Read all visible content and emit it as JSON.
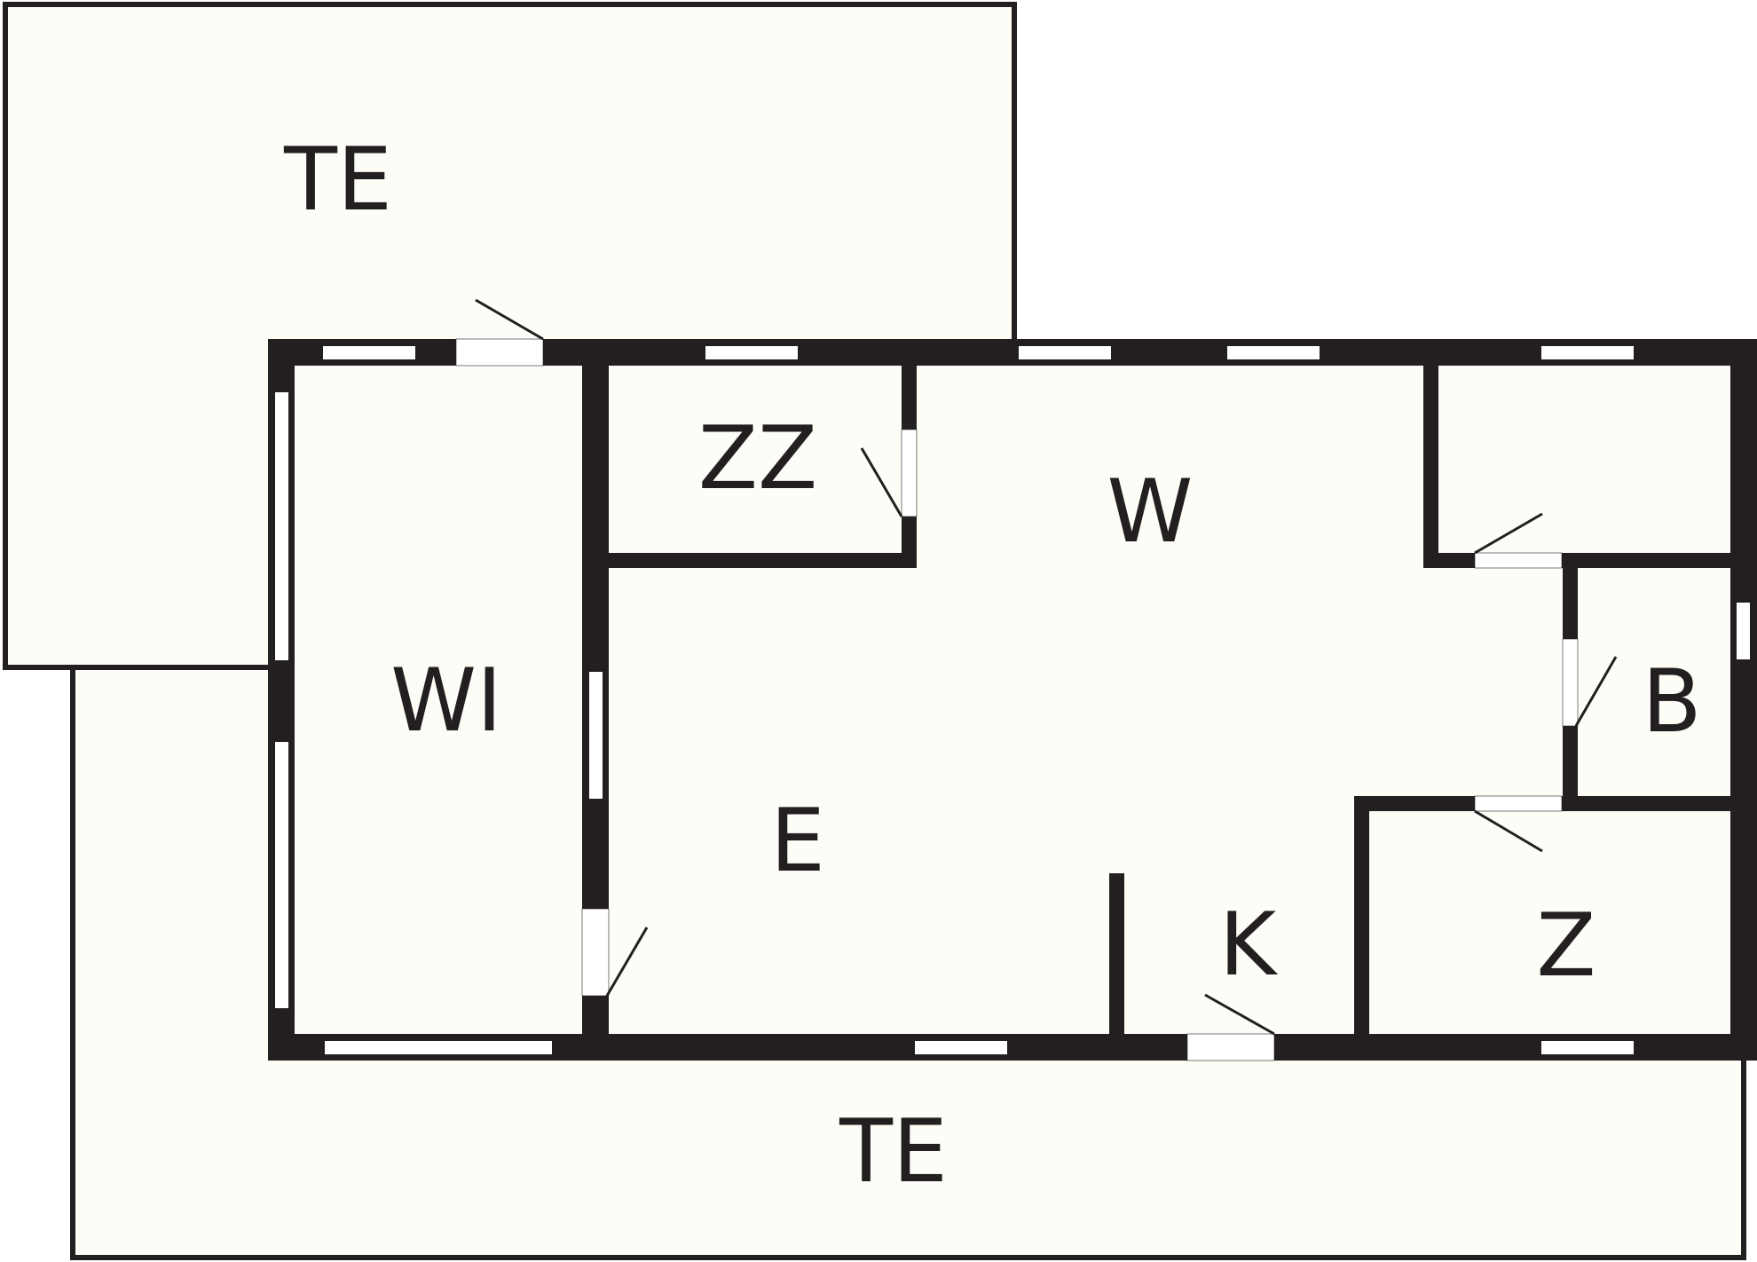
{
  "plan": {
    "rooms": {
      "terrace_north": "TE",
      "terrace_south": "TE",
      "west_room": "WI",
      "north_room": "ZZ",
      "living_room": "W",
      "hall": "E",
      "kitchen": "K",
      "bathroom": "B",
      "south_east_room": "Z"
    }
  }
}
